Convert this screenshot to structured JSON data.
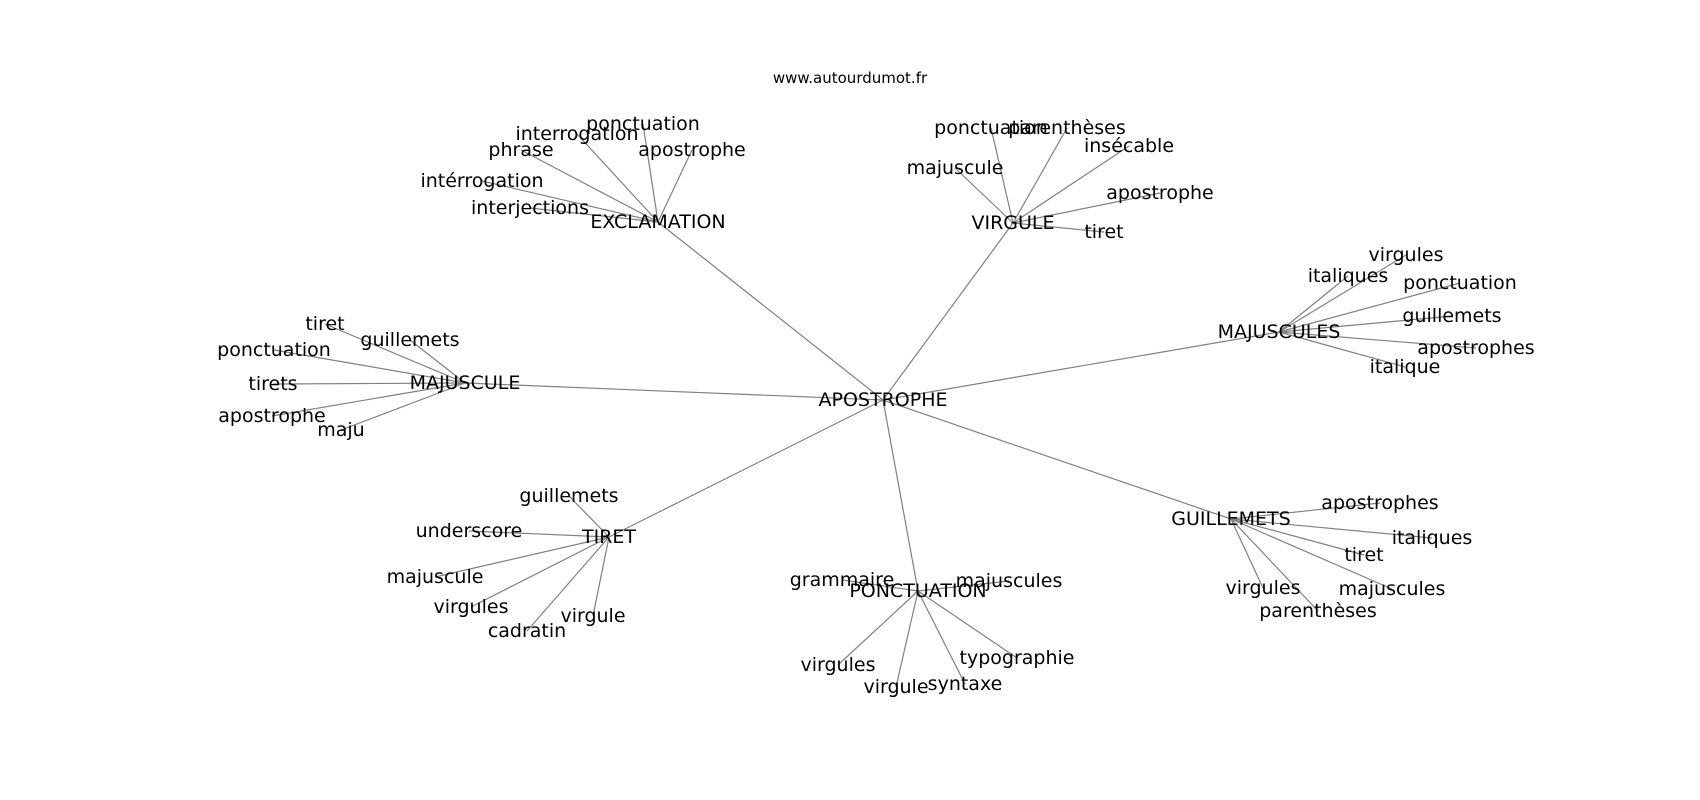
{
  "watermark": "www.autourdumot.fr",
  "center": "APOSTROPHE",
  "clusters": [
    {
      "label": "EXCLAMATION",
      "leaves": [
        "ponctuation",
        "interrogation",
        "apostrophe",
        "phrase",
        "intérrogation",
        "interjections"
      ]
    },
    {
      "label": "VIRGULE",
      "leaves": [
        "ponctuation",
        "parenthèses",
        "insécable",
        "majuscule",
        "apostrophe",
        "tiret"
      ]
    },
    {
      "label": "MAJUSCULES",
      "leaves": [
        "virgules",
        "italiques",
        "ponctuation",
        "guillemets",
        "apostrophes",
        "italique"
      ]
    },
    {
      "label": "MAJUSCULE",
      "leaves": [
        "tiret",
        "guillemets",
        "ponctuation",
        "tirets",
        "apostrophe",
        "maju"
      ]
    },
    {
      "label": "TIRET",
      "leaves": [
        "guillemets",
        "underscore",
        "majuscule",
        "virgules",
        "virgule",
        "cadratin"
      ]
    },
    {
      "label": "PONCTUATION",
      "leaves": [
        "grammaire",
        "majuscules",
        "typographie",
        "virgules",
        "syntaxe",
        "virgule"
      ]
    },
    {
      "label": "GUILLEMETS",
      "leaves": [
        "apostrophes",
        "italiques",
        "tiret",
        "majuscules",
        "virgules",
        "parenthèses"
      ]
    }
  ]
}
